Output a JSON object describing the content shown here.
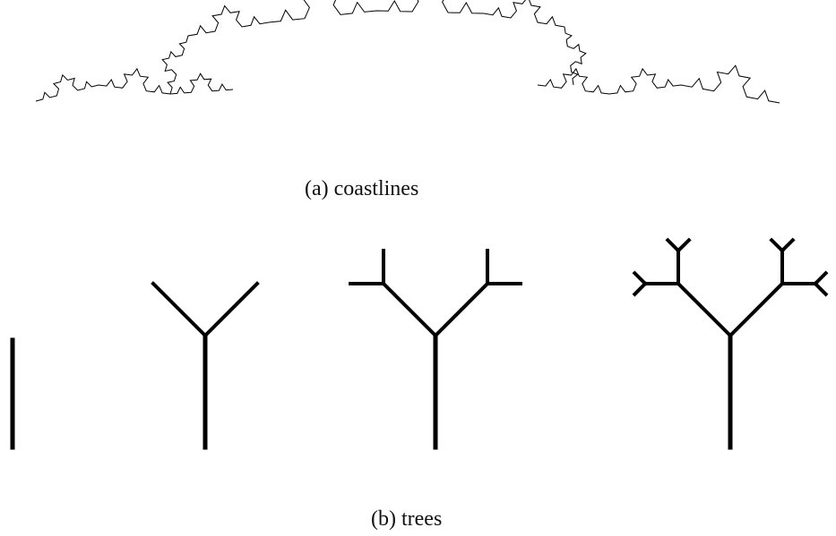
{
  "figure": {
    "panels": [
      {
        "id": "a",
        "caption": "(a) coastlines",
        "kind": "koch-coastline"
      },
      {
        "id": "b",
        "caption": "(b) trees",
        "kind": "branching-trees",
        "stages": [
          0,
          1,
          2,
          3
        ]
      }
    ],
    "colors": {
      "ink": "#000000",
      "background": "#ffffff"
    }
  }
}
